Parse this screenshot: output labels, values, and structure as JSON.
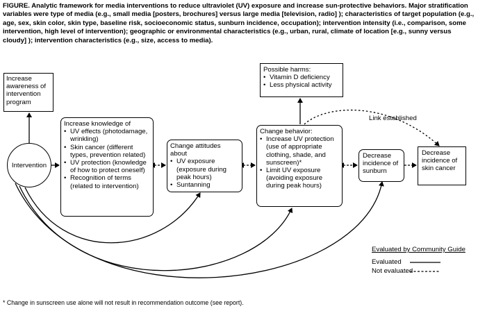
{
  "caption": {
    "lead": "FIGURE. Analytic framework for media interventions to reduce ultraviolet (UV) exposure and increase sun-protective behaviors.",
    "body": "Major stratification variables were type of media (e.g., small media [posters, brochures] versus large media [television, radio] ); characteristics of target population (e.g., age, sex, skin color, skin type, baseline risk, socioeconomic status, sunburn incidence, occupation); intervention intensity (i.e., comparison, some intervention, high level of intervention); geographic or environmental characteristics (e.g., urban, rural, climate of location [e.g., sunny versus cloudy] ); intervention characteristics (e.g., size, access to media)."
  },
  "nodes": {
    "awareness": "Increase awareness of intervention program",
    "intervention": "Intervention",
    "knowledge": {
      "title": "Increase knowledge of",
      "items": [
        "UV effects (photodamage, wrinkling)",
        "Skin cancer (different types, prevention related)",
        "UV protection (knowledge of how to protect oneself)",
        "Recognition of terms (related to intervention)"
      ]
    },
    "attitudes": {
      "title": "Change attitudes about",
      "items": [
        "UV exposure (exposure during peak hours)",
        "Suntanning"
      ]
    },
    "behavior": {
      "title": "Change behavior:",
      "items": [
        "Increase UV protection (use of appropriate clothing, shade, and sunscreen)*",
        "Limit UV exposure (avoiding exposure during peak hours)"
      ]
    },
    "harms": {
      "title": "Possible harms:",
      "items": [
        "Vitamin D deficiency",
        "Less physical activity"
      ]
    },
    "sunburn": "Decrease incidence of sunburn",
    "skin_cancer": "Decrease incidence of skin cancer"
  },
  "link_established": "Link established",
  "legend": {
    "title": "Evaluated by Community Guide",
    "evaluated": "Evaluated",
    "not_evaluated": "Not evaluated"
  },
  "footnote": "* Change in sunscreen use alone will not result in recommendation outcome (see report)."
}
